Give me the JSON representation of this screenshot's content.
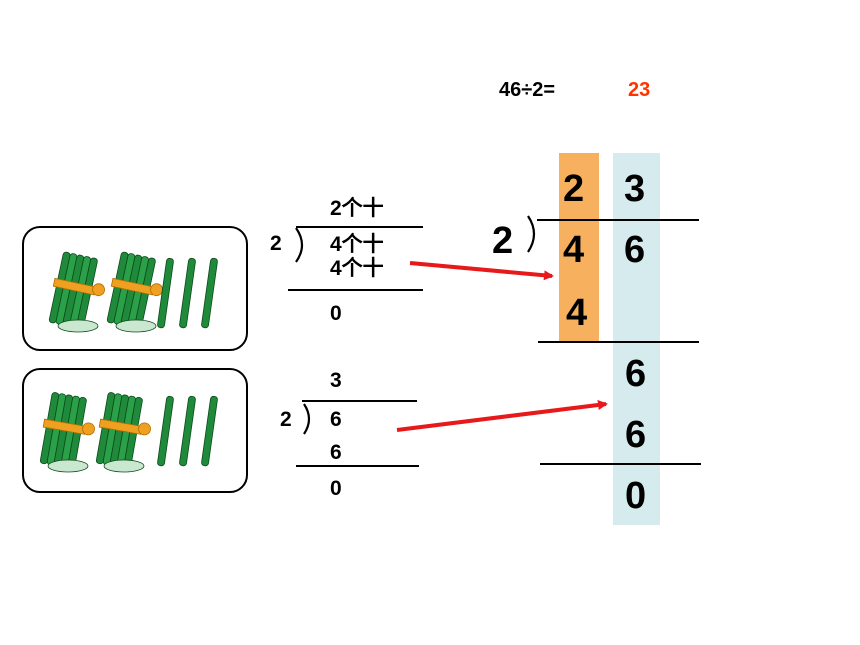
{
  "equation": {
    "text": "46÷2=",
    "answer": "23",
    "answer_color": "#ff3300"
  },
  "top_division": {
    "divisor": "2",
    "quotient": "2个十",
    "dividend": "4个十",
    "product": "4个十",
    "remainder": "0"
  },
  "bottom_division": {
    "divisor": "2",
    "quotient": "3",
    "dividend": "6",
    "product": "6",
    "remainder": "0"
  },
  "combined": {
    "divisor": "2",
    "quotient_tens": "2",
    "quotient_ones": "3",
    "dividend_tens": "4",
    "dividend_ones": "6",
    "product_tens": "4",
    "bring_down": "6",
    "product_ones": "6",
    "remainder": "0",
    "tens_color": "#f7b05e",
    "ones_color": "#d6ebee"
  },
  "arrow_color": "#e8191a",
  "sticks_color": "#1f8a3a",
  "band_color": "#f0a020"
}
